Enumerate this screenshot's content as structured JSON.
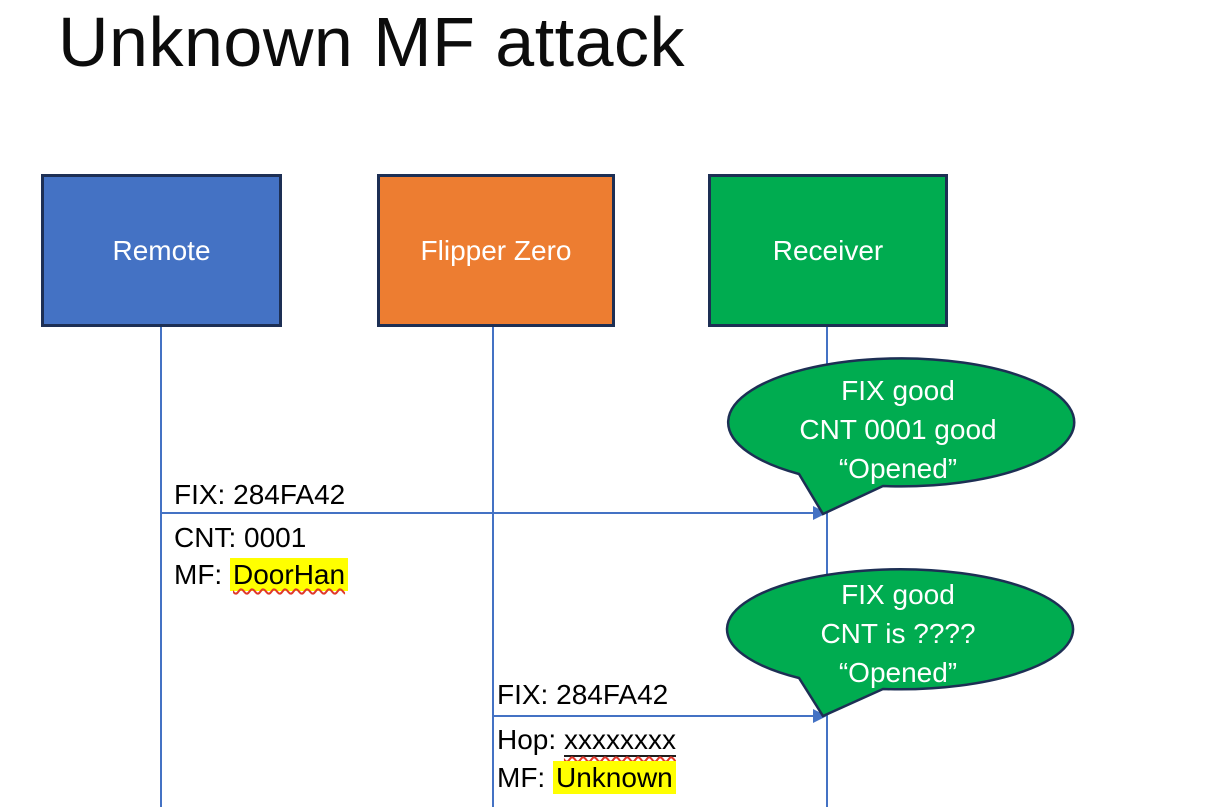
{
  "title": "Unknown MF attack",
  "colors": {
    "remote_blue": "#4472C4",
    "flipper_orange": "#ED7D31",
    "receiver_green": "#00AC50",
    "outline_navy": "#1D2F54",
    "connector_blue": "#4472C4",
    "highlight_yellow": "#FFFF00",
    "squiggle_red": "#E0392B"
  },
  "actors": [
    {
      "label": "Remote"
    },
    {
      "label": "Flipper Zero"
    },
    {
      "label": "Receiver"
    }
  ],
  "messages": [
    {
      "fix": "FIX: 284FA42",
      "cnt": "CNT: 0001",
      "mf_label": "MF: ",
      "mf_value": "DoorHan"
    },
    {
      "fix": "FIX: 284FA42",
      "hop_label": "Hop: ",
      "hop_value": "xxxxxxxx",
      "mf_label": "MF: ",
      "mf_value": "Unknown"
    }
  ],
  "bubbles": [
    {
      "line1": "FIX good",
      "line2": "CNT 0001 good",
      "line3": "“Opened”"
    },
    {
      "line1": "FIX good",
      "line2": "CNT is ????",
      "line3": "“Opened”"
    }
  ]
}
